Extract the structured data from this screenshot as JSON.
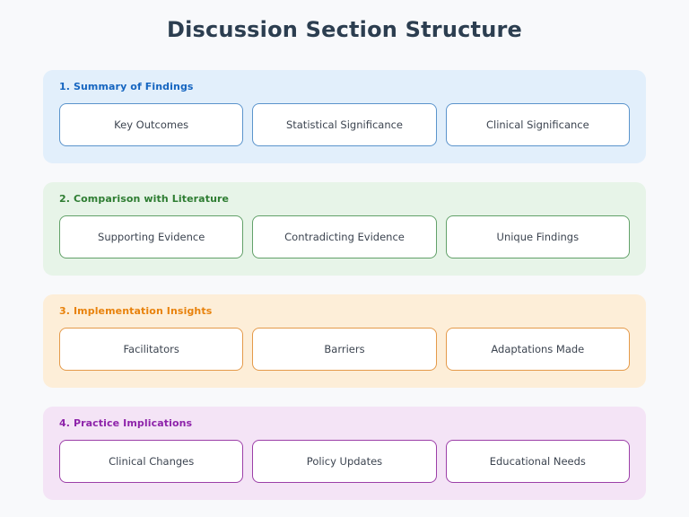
{
  "page": {
    "title": "Discussion Section Structure",
    "background_color": "#f8f9fb",
    "title_color": "#2c3e50"
  },
  "sections": [
    {
      "heading": "1. Summary of Findings",
      "theme": "blue",
      "background_color": "#e2effb",
      "heading_color": "#1565c0",
      "card_border_color": "#5b94cc",
      "cards": [
        {
          "label": "Key Outcomes"
        },
        {
          "label": "Statistical Significance"
        },
        {
          "label": "Clinical Significance"
        }
      ]
    },
    {
      "heading": "2. Comparison with Literature",
      "theme": "green",
      "background_color": "#e7f4e8",
      "heading_color": "#2e7d32",
      "card_border_color": "#62a169",
      "cards": [
        {
          "label": "Supporting Evidence"
        },
        {
          "label": "Contradicting Evidence"
        },
        {
          "label": "Unique Findings"
        }
      ]
    },
    {
      "heading": "3. Implementation Insights",
      "theme": "orange",
      "background_color": "#fdeed8",
      "heading_color": "#e8820c",
      "card_border_color": "#e49a4a",
      "cards": [
        {
          "label": "Facilitators"
        },
        {
          "label": "Barriers"
        },
        {
          "label": "Adaptations Made"
        }
      ]
    },
    {
      "heading": "4. Practice Implications",
      "theme": "purple",
      "background_color": "#f4e4f6",
      "heading_color": "#8e24aa",
      "card_border_color": "#9c3fa8",
      "cards": [
        {
          "label": "Clinical Changes"
        },
        {
          "label": "Policy Updates"
        },
        {
          "label": "Educational Needs"
        }
      ]
    }
  ]
}
